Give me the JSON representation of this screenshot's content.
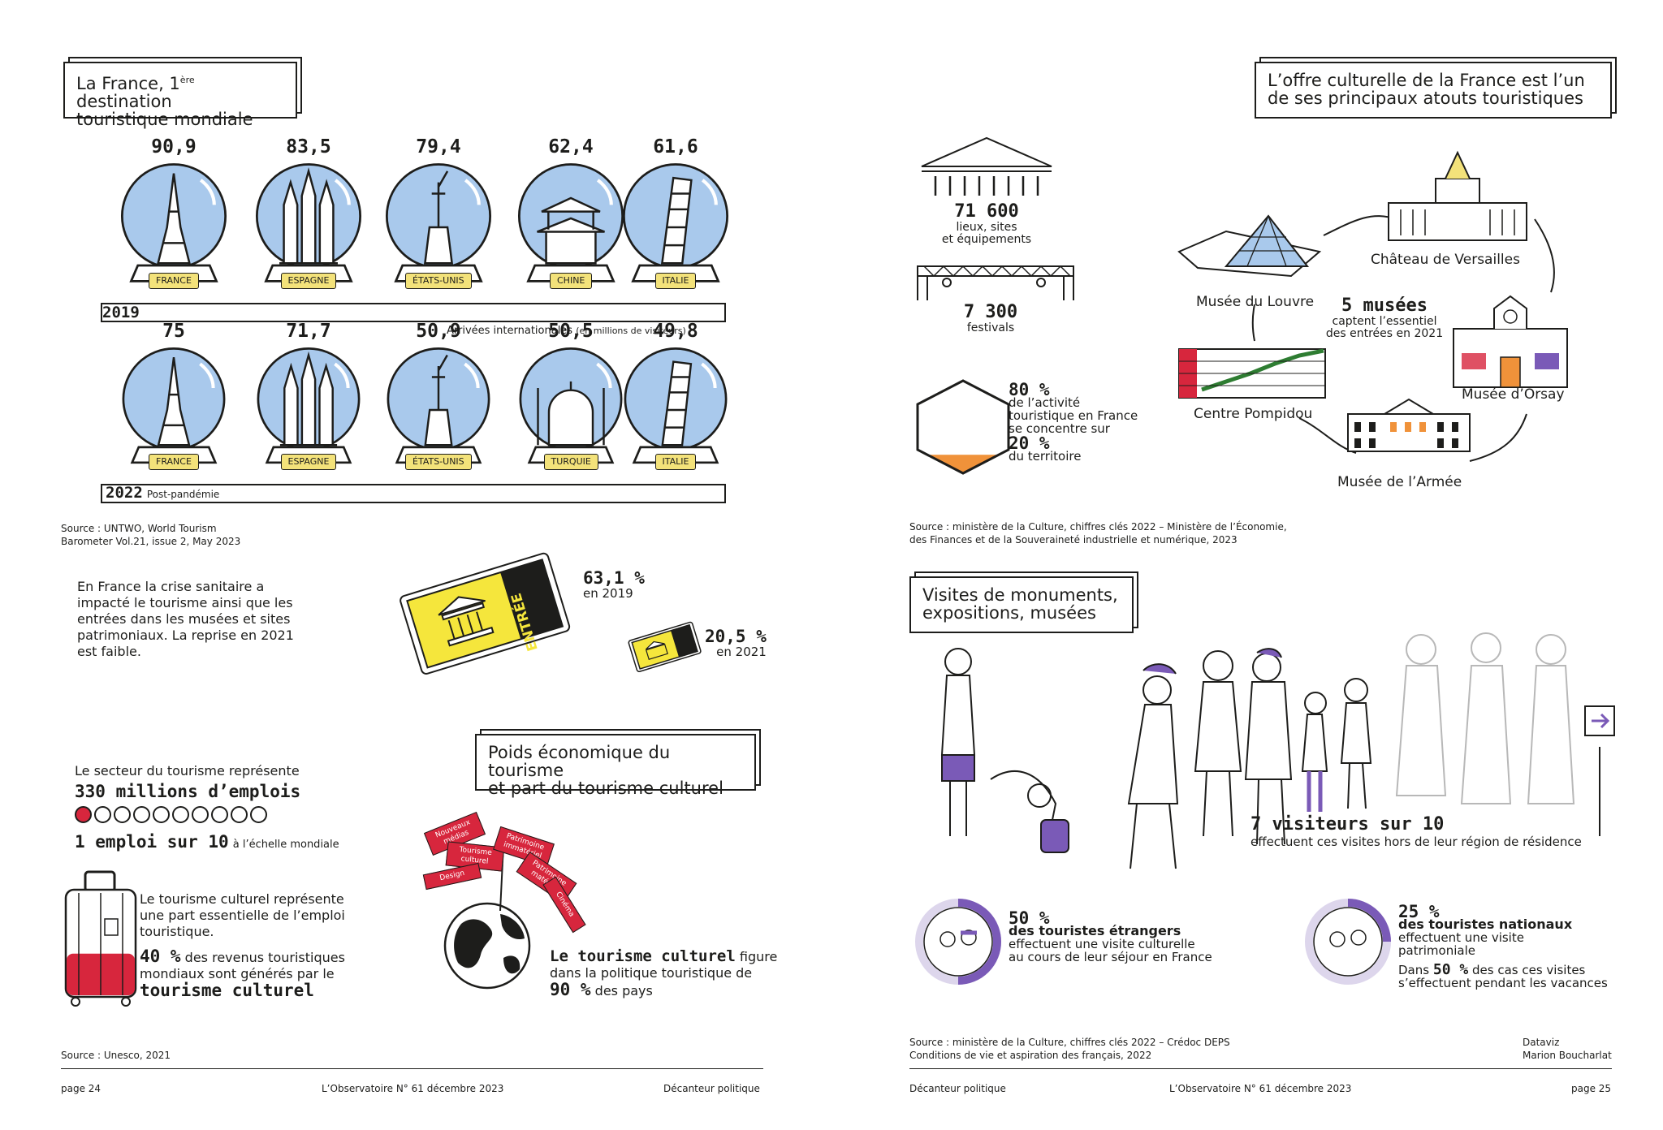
{
  "left": {
    "title_box": {
      "line1a": "La France, 1",
      "sup": "ère",
      "line1b": " destination",
      "line2": "touristique mondiale"
    },
    "row2019": {
      "year": "2019",
      "caption": "Arrivées internationales",
      "caption_unit": "(en millions de visiteurs)",
      "globes": [
        {
          "value": "90,9",
          "country": "FRANCE",
          "landmark": "eiffel-tower"
        },
        {
          "value": "83,5",
          "country": "ESPAGNE",
          "landmark": "sagrada-familia"
        },
        {
          "value": "79,4",
          "country": "ÉTATS-UNIS",
          "landmark": "statue-of-liberty"
        },
        {
          "value": "62,4",
          "country": "CHINE",
          "landmark": "pagoda"
        },
        {
          "value": "61,6",
          "country": "ITALIE",
          "landmark": "pisa-tower"
        }
      ]
    },
    "row2022": {
      "year": "2022",
      "year_note": "Post-pandémie",
      "globes": [
        {
          "value": "75",
          "country": "FRANCE",
          "landmark": "eiffel-tower"
        },
        {
          "value": "71,7",
          "country": "ESPAGNE",
          "landmark": "sagrada-familia"
        },
        {
          "value": "50,9",
          "country": "ÉTATS-UNIS",
          "landmark": "statue-of-liberty"
        },
        {
          "value": "50,5",
          "country": "TURQUIE",
          "landmark": "mosque"
        },
        {
          "value": "49,8",
          "country": "ITALIE",
          "landmark": "pisa-tower"
        }
      ]
    },
    "source1_l1": "Source : UNTWO, World Tourism",
    "source1_l2": "Barometer Vol.21, issue 2, May 2023",
    "crisis_text": [
      "En France la crise sanitaire a",
      "impacté le tourisme ainsi que les",
      "entrées dans les musées et sites",
      "patrimoniaux. La reprise en 2021",
      "est faible."
    ],
    "ticket_label": "ENTRÉE",
    "ticket_big": {
      "value": "63,1 %",
      "label": "en 2019"
    },
    "ticket_small": {
      "value": "20,5 %",
      "label": "en 2021"
    },
    "econ_box": {
      "line1": "Poids économique du tourisme",
      "line2": "et part du tourisme culturel"
    },
    "jobs_intro": "Le secteur du tourisme représente",
    "jobs_big": "330 millions d’emplois",
    "jobs_ratio": {
      "filled": 1,
      "total": 10
    },
    "jobs_ratio_text": "1 emploi sur 10",
    "jobs_ratio_note": "à l’échelle mondiale",
    "culture_text": [
      "Le tourisme culturel représente",
      "une part essentielle de l’emploi",
      "touristique."
    ],
    "revenue_pct": "40 %",
    "revenue_text_a": "des revenus touristiques",
    "revenue_text_b": "mondiaux sont générés par le",
    "revenue_text_c": "tourisme culturel",
    "suitcase_fill_pct": 40,
    "signposts": [
      "Nouveaux médias",
      "Tourisme culturel",
      "Patrimoine immatériel",
      "Design",
      "Patrimoine matériel",
      "Cinéma"
    ],
    "policy_a": "Le tourisme culturel",
    "policy_b": "figure",
    "policy_c": "dans la politique touristique de",
    "policy_pct": "90 %",
    "policy_d": "des pays",
    "source2": "Source : Unesco, 2021",
    "footer": {
      "page": "page 24",
      "issue": "L’Observatoire N° 61 décembre 2023",
      "section": "Décanteur politique"
    }
  },
  "right": {
    "title_box": {
      "line1": "L’offre culturelle de la France est l’un",
      "line2": "de ses principaux atouts touristiques"
    },
    "venues": {
      "value": "71 600",
      "label1": "lieux, sites",
      "label2": "et équipements"
    },
    "festivals": {
      "value": "7 300",
      "label": "festivals"
    },
    "territory": {
      "pct_a": "80 %",
      "text_a": [
        "de l’activité",
        "touristique en France",
        "se concentre sur"
      ],
      "pct_b": "20 %",
      "text_b": "du territoire",
      "fill_pct": 20
    },
    "museums": {
      "headline": "5 musées",
      "sub1": "captent l’essentiel",
      "sub2": "des entrées en 2021",
      "names": [
        "Château de Versailles",
        "Musée du Louvre",
        "Musée d’Orsay",
        "Centre Pompidou",
        "Musée de l’Armée"
      ]
    },
    "source3_l1": "Source : ministère de la Culture, chiffres clés 2022 – Ministère de l’Économie,",
    "source3_l2": "des Finances et de la Souveraineté industrielle et numérique, 2023",
    "visits_box": {
      "line1": "Visites de monuments,",
      "line2": "expositions, musées"
    },
    "visitors_big": "7 visiteurs sur 10",
    "visitors_sub": "effectuent ces visites hors de leur région de résidence",
    "foreign": {
      "pct": "50 %",
      "fill": 50,
      "l1": "des touristes étrangers",
      "l2": "effectuent une visite culturelle",
      "l3": "au cours de leur séjour en France"
    },
    "national": {
      "pct": "25 %",
      "fill": 25,
      "l1": "des touristes nationaux",
      "l2": "effectuent une visite",
      "l3": "patrimoniale",
      "l4a": "Dans",
      "l4pct": "50 %",
      "l4b": "des cas ces visites",
      "l5": "s’effectuent pendant les vacances"
    },
    "source4_l1": "Source : ministère de la Culture, chiffres clés 2022 – Crédoc DEPS",
    "source4_l2": "Conditions de vie et aspiration des français, 2022",
    "credit_l1": "Dataviz",
    "credit_l2": "Marion Boucharlat",
    "footer": {
      "section": "Décanteur politique",
      "issue": "L’Observatoire N° 61 décembre 2023",
      "page": "page 25"
    }
  },
  "colors": {
    "globe": "#a9c9ec",
    "plate": "#f3e27a",
    "ticket": "#f5e63c",
    "accent_red": "#d7263d",
    "accent_orange": "#f0923a",
    "accent_purple": "#7a5ab7"
  }
}
